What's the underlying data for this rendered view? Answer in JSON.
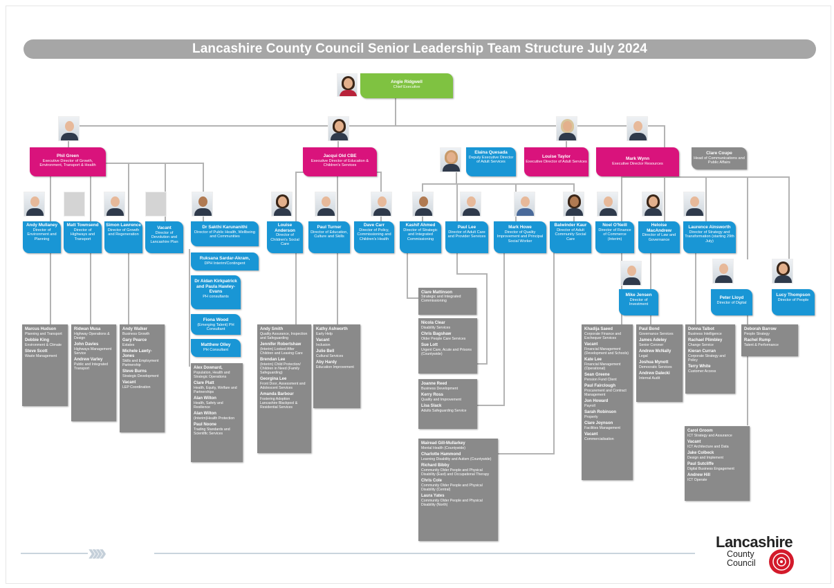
{
  "title": "Lancashire County Council Senior Leadership Team Structure July 2024",
  "ceo": {
    "name": "Angie Ridgwell",
    "role": "Chief Executive"
  },
  "execs": [
    {
      "name": "Phil Green",
      "role": "Executive Director of Growth, Environment, Transport & Health"
    },
    {
      "name": "Jacqui Old CBE",
      "role": "Executive Director of Education & Children's Services"
    },
    {
      "name": "Louise Taylor",
      "role": "Executive Director of Adult Services"
    },
    {
      "name": "Mark Wynn",
      "role": "Executive Director Resources"
    }
  ],
  "deputy": {
    "name": "Elaina Quesada",
    "role": "Deputy Executive Director of Adult Services"
  },
  "clare": {
    "name": "Clare Coupe",
    "role": "Head of Communications and Public Affairs"
  },
  "directors": [
    {
      "name": "Andy Mullaney",
      "role": "Director of Environment and Planning"
    },
    {
      "name": "Matt Townsend",
      "role": "Director of Highways and Transport"
    },
    {
      "name": "Simon Lawrence",
      "role": "Director of Growth and Regeneration"
    },
    {
      "name": "Vacant",
      "role": "Director of Devolution and Lancashire Plan"
    },
    {
      "name": "Dr Sakthi Karunanithi",
      "role": "Director of Public Health, Wellbeing and Communities"
    },
    {
      "name": "Louise Anderson",
      "role": "Director of Children's Social Care"
    },
    {
      "name": "Paul Turner",
      "role": "Director of Education, Culture and Skills"
    },
    {
      "name": "Dave Carr",
      "role": "Director of Policy, Commissioning and Children's Health"
    },
    {
      "name": "Kashif Ahmed",
      "role": "Director of Strategic and Integrated Commissioning"
    },
    {
      "name": "Paul Lee",
      "role": "Director of Adult Care and Provider Services"
    },
    {
      "name": "Mark Howe",
      "role": "Director of Quality Improvement and Principal Social Worker"
    },
    {
      "name": "Balwinder Kaur",
      "role": "Director of Adult Community Social Care"
    },
    {
      "name": "Noel O'Neill",
      "role": "Director of Finance of Commerce (Interim)"
    },
    {
      "name": "Heloise MacAndrew",
      "role": "Director of Law and Governance"
    },
    {
      "name": "Laurence Ainsworth",
      "role": "Director of Strategy and Transformation (starting 29th July)"
    }
  ],
  "ph": [
    {
      "name": "Ruksana Sardar-Akram,",
      "role": "DPH Interim/Contingent"
    },
    {
      "name": "Dr Aidan Kirkpatrick and Paula Hawley-Evans",
      "role": "PH consultants"
    },
    {
      "name": "Fiona Wood",
      "role": "(Emerging Talent) PH Consultant"
    },
    {
      "name": "Matthew Olley",
      "role": "PH Consultant"
    }
  ],
  "sub": [
    {
      "name": "Mike Jensen",
      "role": "Director of Investment"
    },
    {
      "name": "Peter Lloyd",
      "role": "Director of Digital"
    },
    {
      "name": "Lucy Thompson",
      "role": "Director of People"
    }
  ],
  "clare_m": {
    "name": "Clare Mattinson",
    "role": "Strategic and Integrated Commissioning"
  },
  "teams": {
    "t_andy": [
      [
        "Marcus Hudson",
        "Planning and Transport"
      ],
      [
        "Debbie King",
        "Environment & Climate"
      ],
      [
        "Steve Scott",
        "Waste Management"
      ]
    ],
    "t_matt": [
      [
        "Ridwan Musa",
        "Highway Operations & Design"
      ],
      [
        "John Davies",
        "Highways Management Service"
      ],
      [
        "Andrew Varley",
        "Public and Integrated Transport"
      ]
    ],
    "t_simon": [
      [
        "Andy Walker",
        "Business Growth"
      ],
      [
        "Gary Pearce",
        "Estates"
      ],
      [
        "Michele Lawty-Jones",
        "Skills and Employment Partnership"
      ],
      [
        "Steve Burns",
        "Strategic Development"
      ],
      [
        "Vacant",
        "LEP Coordination"
      ]
    ],
    "t_ph": [
      [
        "Alex Downard,",
        "Population, Health and Strategic Operations"
      ],
      [
        "Clare Platt",
        "Health, Equity, Welfare and Partnerships"
      ],
      [
        "Alan Wilton",
        "Health, Safety and Resilience"
      ],
      [
        "Alan Wilton",
        "(Interim)Health Protection"
      ],
      [
        "Paul Noone",
        "Trading Standards and Scientific Services"
      ]
    ],
    "t_louise": [
      [
        "Andy Smith",
        "Quality Assurance, Inspection and Safeguarding"
      ],
      [
        "Jennifer Robertshaw",
        "(Interim) Looked After Children and Leaving Care"
      ],
      [
        "Brendan Lee",
        "(Interim) Child Protection/ Children in Need (Family Safeguarding)"
      ],
      [
        "Georgina Lee",
        "Front Door, Assessment and Adolescent Services"
      ],
      [
        "Amanda Barbour",
        "Fostering Adoption Lancashire Blackpool & Residential Services"
      ]
    ],
    "t_paul": [
      [
        "Kathy Ashworth",
        "Early Help"
      ],
      [
        "Vacant",
        "Inclusion"
      ],
      [
        "Julie Bell",
        "Cultural Services"
      ],
      [
        "Aby Hardy",
        "Education Improvement"
      ]
    ],
    "t_lee": [
      [
        "Nicola Clear",
        "Disability Services"
      ],
      [
        "Chris Bagshaw",
        "Older People Care Services"
      ],
      [
        "Sue Lott",
        "Urgent Care, Acute and Prisons (Countywide)"
      ]
    ],
    "t_howe": [
      [
        "Joanne Reed",
        "Business Development"
      ],
      [
        "Kerry Ross",
        "Quality and Improvement"
      ],
      [
        "Lisa Slack",
        "Adults Safeguarding Service"
      ]
    ],
    "t_kaur": [
      [
        "Mairead Gill-Mullarkey",
        "Mental Health (Countywide)"
      ],
      [
        "Charlotte Hammond",
        "Learning Disability and Autism (Countywide)"
      ],
      [
        "Richard Bibby",
        "Community Older People and Physical Disability (East) and Occupational Therapy"
      ],
      [
        "Chris Cole",
        "Community Older People and Physical Disability (Central)"
      ],
      [
        "Laura Yates",
        "Community Older People and Physical Disability (North)"
      ]
    ],
    "t_noel": [
      [
        "Khadija Saeed",
        "Corporate Finance and Exchequer Services"
      ],
      [
        "Vacant",
        "Financial Management (Development and Schools)"
      ],
      [
        "Kate Lee",
        "Financial Management (Operational)"
      ],
      [
        "Sean Greene",
        "Pension Fund Client"
      ],
      [
        "Paul Fairclough",
        "Procurement and Contract Management"
      ],
      [
        "Jon Howard",
        "Payroll"
      ],
      [
        "Sarah Robinson",
        "Property"
      ],
      [
        "Clare Joynson",
        "Facilities Management"
      ],
      [
        "Vacant",
        "Commercialisation"
      ]
    ],
    "t_heloise": [
      [
        "Paul Bond",
        "Governance Services"
      ],
      [
        "James Adeley",
        "Senior Coroner"
      ],
      [
        "Andrew McNally",
        "Legal"
      ],
      [
        "Joshua Mynott",
        "Democratic Services"
      ],
      [
        "Andrew Dalecki",
        "Internal Audit"
      ]
    ],
    "t_laurence": [
      [
        "Donna Talbot",
        "Business Intelligence"
      ],
      [
        "Rachael Plimbley",
        "Change Service"
      ],
      [
        "Kieran Curran",
        "Corporate Strategy and Policy"
      ],
      [
        "Terry White",
        "Customer Access"
      ]
    ],
    "t_lucy": [
      [
        "Deborah Barrow",
        "People Strategy"
      ],
      [
        "Rachel Rump",
        "Talent & Performance"
      ]
    ],
    "t_peter": [
      [
        "Carol Groom",
        "ICT Strategy and Assurance"
      ],
      [
        "Vacant",
        "ICT Architecture and Data"
      ],
      [
        "Jake Colbeck",
        "Design and Implement"
      ],
      [
        "Paul Sutcliffe",
        "Digital Business Engagement"
      ],
      [
        "Andrew Hill",
        "ICT Operate"
      ]
    ]
  },
  "logo": {
    "line1": "Lancashire",
    "line2": "County",
    "line3": "Council"
  },
  "colors": {
    "blue": "#1996d5",
    "magenta": "#d9137c",
    "green": "#7fc241",
    "grey": "#8a8a8a"
  }
}
